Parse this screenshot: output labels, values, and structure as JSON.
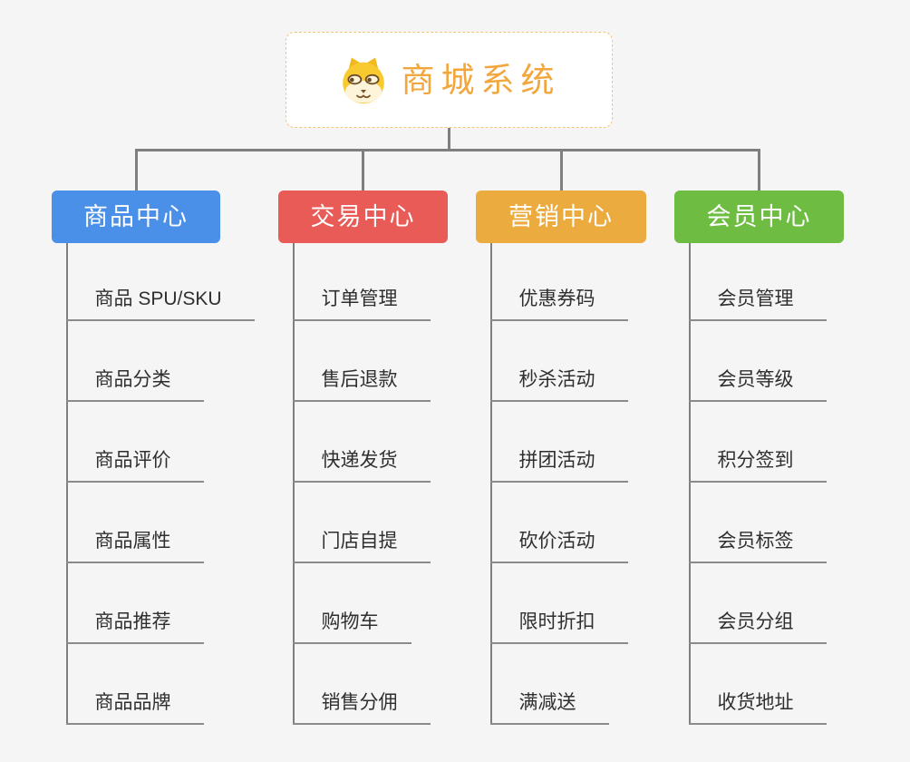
{
  "canvas": {
    "background": "#f5f5f5",
    "connector_color": "#7f7f7f",
    "underline_color": "#8b8b8b",
    "item_text_color": "#2f2f2f"
  },
  "root": {
    "title": "商城系统",
    "icon": "dog-face-icon",
    "accent_color": "#f2a73d",
    "border_color": "#f3c478"
  },
  "branches": [
    {
      "label": "商品中心",
      "color": "#4a8fe8",
      "children": [
        "商品 SPU/SKU",
        "商品分类",
        "商品评价",
        "商品属性",
        "商品推荐",
        "商品品牌"
      ]
    },
    {
      "label": "交易中心",
      "color": "#e95b56",
      "children": [
        "订单管理",
        "售后退款",
        "快递发货",
        "门店自提",
        "购物车",
        "销售分佣"
      ]
    },
    {
      "label": "营销中心",
      "color": "#ecab3e",
      "children": [
        "优惠券码",
        "秒杀活动",
        "拼团活动",
        "砍价活动",
        "限时折扣",
        "满减送"
      ]
    },
    {
      "label": "会员中心",
      "color": "#6ebd42",
      "children": [
        "会员管理",
        "会员等级",
        "积分签到",
        "会员标签",
        "会员分组",
        "收货地址"
      ]
    }
  ]
}
